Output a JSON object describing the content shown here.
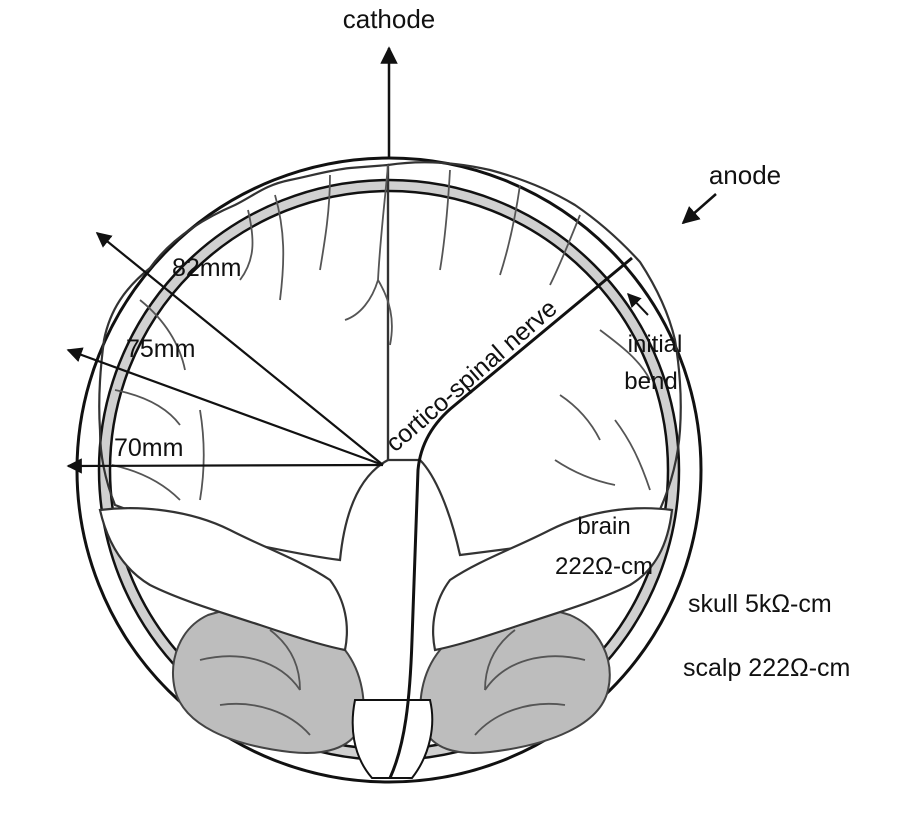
{
  "labels": {
    "cathode": "cathode",
    "anode": "anode",
    "radius_outer": "82mm",
    "radius_middle": "75mm",
    "radius_inner": "70mm",
    "nerve": "cortico-spinal nerve",
    "initial_bend_line1": "initial",
    "initial_bend_line2": "bend",
    "brain_line1": "brain",
    "brain_line2": "222Ω-cm",
    "skull": "skull 5kΩ-cm",
    "scalp": "scalp 222Ω-cm"
  },
  "colors": {
    "line": "#111111",
    "skull_fill": "#d0d0d0",
    "cerebellum_fill": "#bdbdbd",
    "sulci": "#555555"
  }
}
